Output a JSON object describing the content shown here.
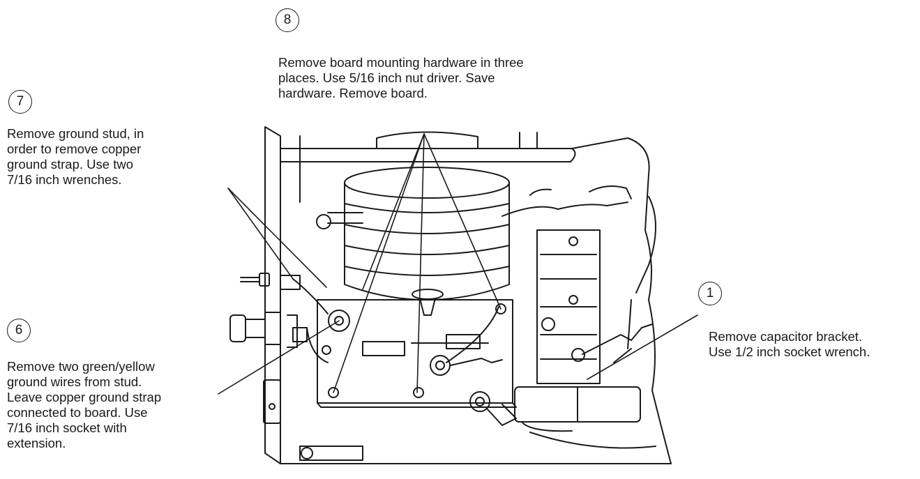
{
  "steps": [
    {
      "number": "8",
      "lines": [
        "Remove board mounting hardware in three",
        "places. Use 5/16 inch nut driver. Save",
        "hardware. Remove board."
      ]
    },
    {
      "number": "7",
      "lines": [
        "Remove ground stud, in",
        "order to remove copper",
        "ground strap. Use two",
        "7/16 inch wrenches."
      ]
    },
    {
      "number": "6",
      "lines": [
        "Remove two green/yellow",
        "ground wires from stud.",
        "Leave copper ground strap",
        "connected to board. Use",
        "7/16 inch socket with",
        "extension."
      ]
    },
    {
      "number": "1",
      "lines": [
        "Remove capacitor bracket.",
        "Use 1/2 inch socket wrench."
      ]
    }
  ],
  "colors": {
    "ink": "#1a1a1a",
    "paper": "#ffffff"
  }
}
